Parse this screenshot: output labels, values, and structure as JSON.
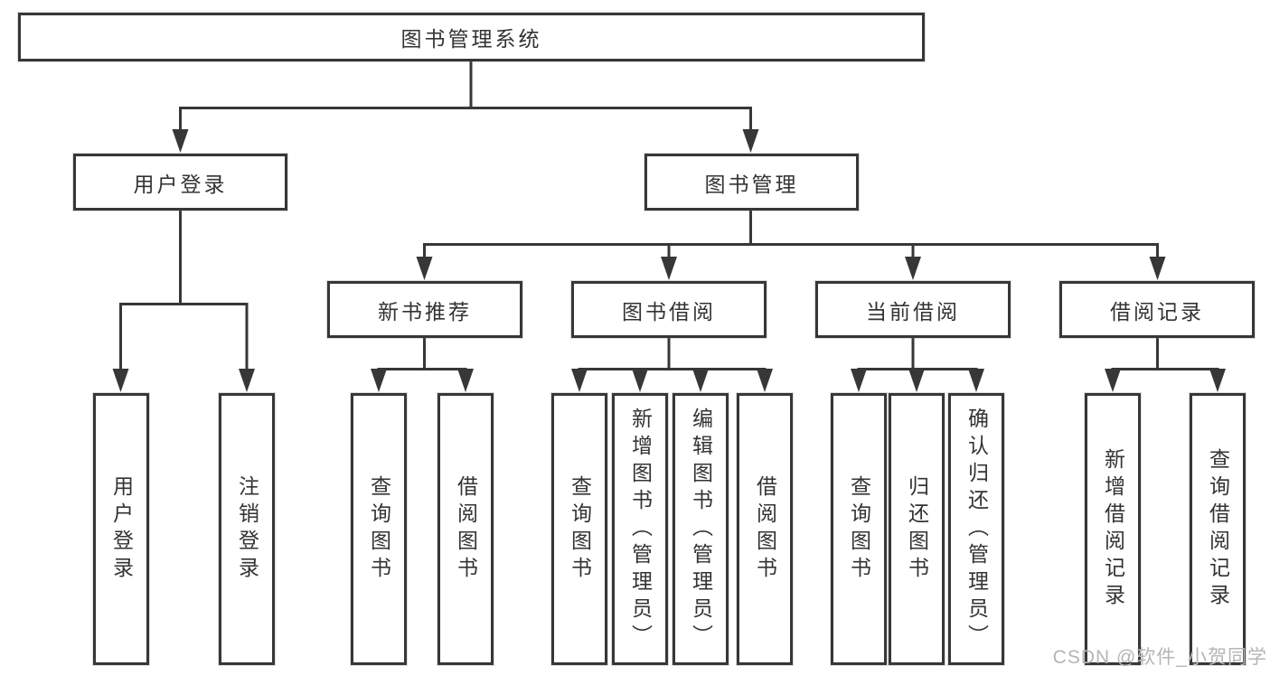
{
  "colors": {
    "line": "#373737",
    "box_border": "#373737",
    "box_bg": "#ffffff",
    "text": "#333333",
    "watermark": "#b5b5b5"
  },
  "watermark": "CSDN @软件_小贺同学",
  "tree": {
    "root": {
      "label": "图书管理系统"
    },
    "branches": [
      {
        "label": "用户登录",
        "children": [
          {
            "label": "用户登录"
          },
          {
            "label": "注销登录"
          }
        ]
      },
      {
        "label": "图书管理",
        "children": [
          {
            "label": "新书推荐",
            "children": [
              {
                "label": "查询图书"
              },
              {
                "label": "借阅图书"
              }
            ]
          },
          {
            "label": "图书借阅",
            "children": [
              {
                "label": "查询图书"
              },
              {
                "label": "新增图书（管理员）"
              },
              {
                "label": "编辑图书（管理员）"
              },
              {
                "label": "借阅图书"
              }
            ]
          },
          {
            "label": "当前借阅",
            "children": [
              {
                "label": "查询图书"
              },
              {
                "label": "归还图书"
              },
              {
                "label": "确认归还（管理员）"
              }
            ]
          },
          {
            "label": "借阅记录",
            "children": [
              {
                "label": "新增借阅记录"
              },
              {
                "label": "查询借阅记录"
              }
            ]
          }
        ]
      }
    ]
  }
}
